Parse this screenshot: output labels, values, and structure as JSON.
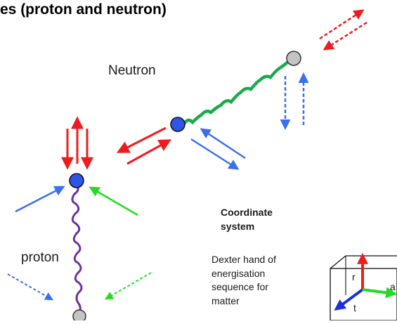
{
  "title": "es (proton and neutron)",
  "labels": {
    "neutron": "Neutron",
    "proton": "proton"
  },
  "coordinate_system": {
    "heading": "Coordinate\nsystem",
    "description": "Dexter hand of\nenergisation\nsequence for\nmatter",
    "axes": {
      "r": "r",
      "a": "a",
      "t": "t"
    }
  },
  "colors": {
    "red": "#ee1c1c",
    "blue": "#3a6ff0",
    "green": "#22dd22",
    "purple": "#7030a0",
    "wave_green": "#1aaa4a",
    "particle_blue": "#2f55e8",
    "particle_grey": "#c4c4c4",
    "axis_blue": "#1f2fe0"
  },
  "icons": {
    "proton_particle": "filled-blue-circle",
    "neutron_particle": "filled-blue-circle",
    "bound_particle": "grey-circle"
  }
}
